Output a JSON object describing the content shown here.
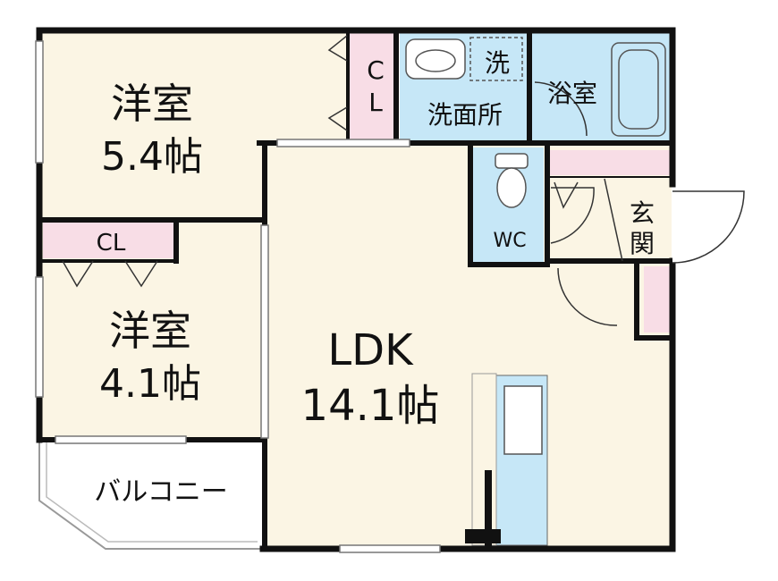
{
  "rooms": {
    "western_room_1": {
      "name": "洋室",
      "size": "5.4帖"
    },
    "western_room_2": {
      "name": "洋室",
      "size": "4.1帖"
    },
    "ldk": {
      "name": "LDK",
      "size": "14.1帖"
    },
    "closet_1": {
      "line1": "C",
      "line2": "L"
    },
    "closet_2": {
      "label": "CL"
    },
    "washroom": {
      "label": "洗面所"
    },
    "washer": {
      "label": "洗"
    },
    "bathroom": {
      "label": "浴室"
    },
    "toilet": {
      "label": "WC"
    },
    "entrance": {
      "line1": "玄",
      "line2": "関"
    },
    "balcony": {
      "label": "バルコニー"
    }
  },
  "colors": {
    "wall": "#111111",
    "room_fill": "#fbf5e4",
    "wet_area_fill": "#c6e7f7",
    "closet_fill": "#f8dde6",
    "balcony_fill": "#ffffff"
  }
}
